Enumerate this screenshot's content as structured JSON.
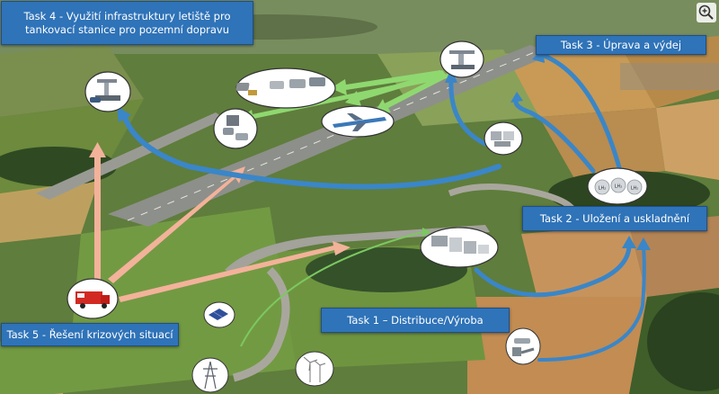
{
  "tasks": [
    {
      "id": "task4",
      "label": "Task 4 - Využití infrastruktury letiště pro tankovací stanice pro pozemní dopravu"
    },
    {
      "id": "task3",
      "label": "Task 3 - Úprava a výdej"
    },
    {
      "id": "task2",
      "label": "Task 2 - Uložení a uskladnění"
    },
    {
      "id": "task1",
      "label": "Task 1 – Distribuce/Výroba"
    },
    {
      "id": "task5",
      "label": "Task 5 - Řešení krizových situací"
    }
  ],
  "tank_labels": [
    "LH₂",
    "LH₂",
    "LH₂"
  ],
  "icons": {
    "zoom": "zoom-in-icon",
    "solar": "solar-panel-icon",
    "wind": "wind-turbine-icon",
    "grid": "power-pylon-icon",
    "fire": "fire-truck-icon",
    "plane": "airplane-icon",
    "cars": "cars-icon",
    "fuel": "fuel-station-icon",
    "tanks": "storage-tanks-icon",
    "containers": "containers-icon",
    "electrolyzer": "electrolyzer-icon",
    "pipe": "pipeline-icon",
    "vehicles": "ground-vehicles-icon"
  },
  "colors": {
    "task_box": "#2f73b8",
    "blue_arrow": "#3a86c8",
    "green_arrow": "#8fd870",
    "salmon_arrow": "#f3b29a"
  }
}
